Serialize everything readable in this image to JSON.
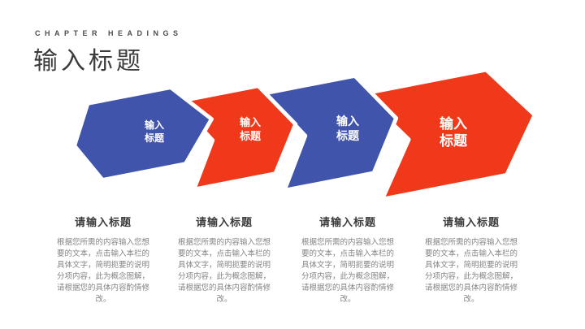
{
  "slide": {
    "eyebrow": "CHAPTER HEADINGS",
    "title": "输入标题"
  },
  "colors": {
    "blue": "#4154ab",
    "red": "#f0391b",
    "outline": "#ffffff",
    "title_text": "#3c3c3c",
    "eyebrow_text": "#4d4d4d",
    "column_heading_text": "#3b3b3b",
    "column_body_text": "#848484"
  },
  "arrows": [
    {
      "lines": [
        "输入",
        "标题"
      ],
      "color": "#4154ab"
    },
    {
      "lines": [
        "输入",
        "标题"
      ],
      "color": "#f0391b"
    },
    {
      "lines": [
        "输入",
        "标题"
      ],
      "color": "#4154ab"
    },
    {
      "lines": [
        "输入",
        "标题"
      ],
      "color": "#f0391b"
    }
  ],
  "columns": [
    {
      "heading": "请输入标题",
      "body": "根据您所需的内容输入您想要的文本，点击输入本栏的具体文字，简明扼要的说明分项内容，此为概念图解，请根据您的具体内容酌情修改。"
    },
    {
      "heading": "请输入标题",
      "body": "根据您所需的内容输入您想要的文本，点击输入本栏的具体文字，简明扼要的说明分项内容，此为概念图解，请根据您的具体内容酌情修改。"
    },
    {
      "heading": "请输入标题",
      "body": "根据您所需的内容输入您想要的文本，点击输入本栏的具体文字，简明扼要的说明分项内容，此为概念图解，请根据您的具体内容酌情修改。"
    },
    {
      "heading": "请输入标题",
      "body": "根据您所需的内容输入您想要的文本，点击输入本栏的具体文字，简明扼要的说明分项内容，此为概念图解，请根据您的具体内容酌情修改。"
    }
  ]
}
